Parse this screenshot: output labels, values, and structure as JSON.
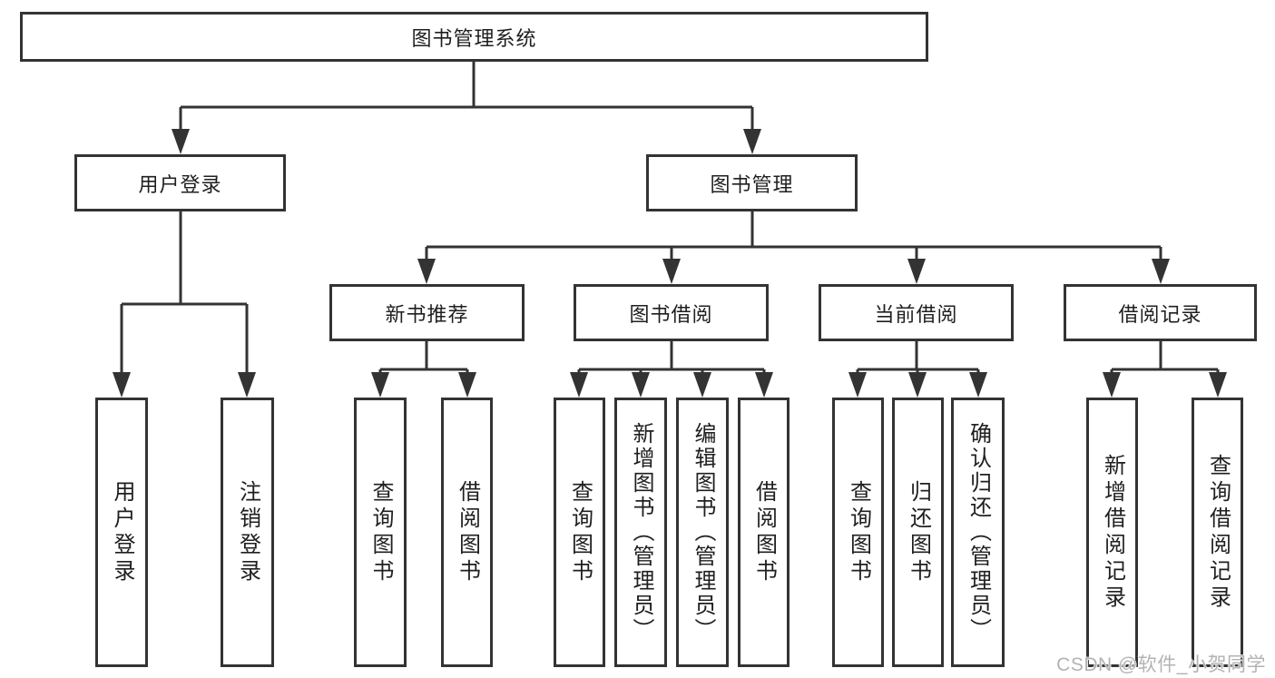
{
  "diagram": {
    "title": "图书管理系统",
    "level2": {
      "user_login": "用户登录",
      "book_management": "图书管理"
    },
    "level3": {
      "new_book_recommend": "新书推荐",
      "book_borrow": "图书借阅",
      "current_borrow": "当前借阅",
      "borrow_records": "借阅记录"
    },
    "leaves": {
      "user_login": "用户登录",
      "logout": "注销登录",
      "nb_query_books": "查询图书",
      "nb_borrow_books": "借阅图书",
      "bb_query_books": "查询图书",
      "bb_add_books": "新增图书（管理员）",
      "bb_edit_books": "编辑图书（管理员）",
      "bb_borrow_books": "借阅图书",
      "cb_query_books": "查询图书",
      "cb_return_books": "归还图书",
      "cb_confirm_return": "确认归还（管理员）",
      "br_add_record": "新增借阅记录",
      "br_query_record": "查询借阅记录"
    }
  },
  "watermark": "CSDN @软件_小贺同学",
  "colors": {
    "line": "#333333",
    "text": "#1f1f1f",
    "background": "#ffffff",
    "watermark": "#b3b3b3"
  }
}
